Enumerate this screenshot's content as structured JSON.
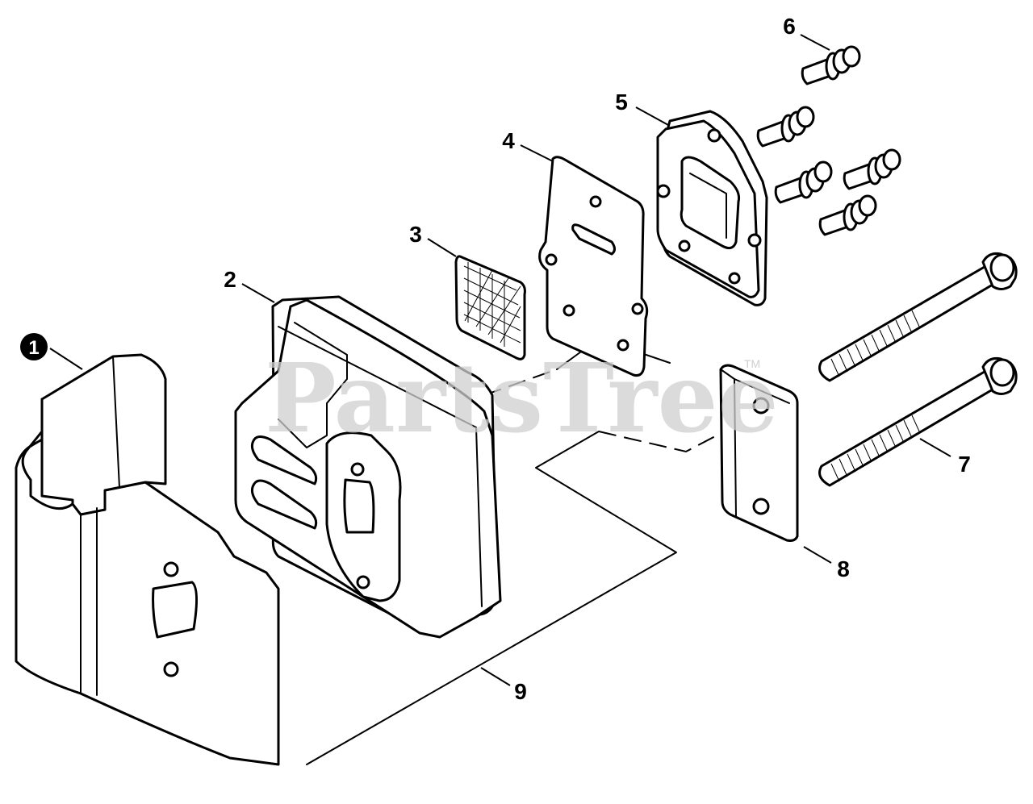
{
  "watermark": {
    "text": "PartsTree",
    "mark": "TM"
  },
  "callouts": [
    {
      "id": "1",
      "style": "filled-circle"
    },
    {
      "id": "2"
    },
    {
      "id": "3"
    },
    {
      "id": "4"
    },
    {
      "id": "5"
    },
    {
      "id": "6"
    },
    {
      "id": "7"
    },
    {
      "id": "8"
    },
    {
      "id": "9"
    }
  ]
}
